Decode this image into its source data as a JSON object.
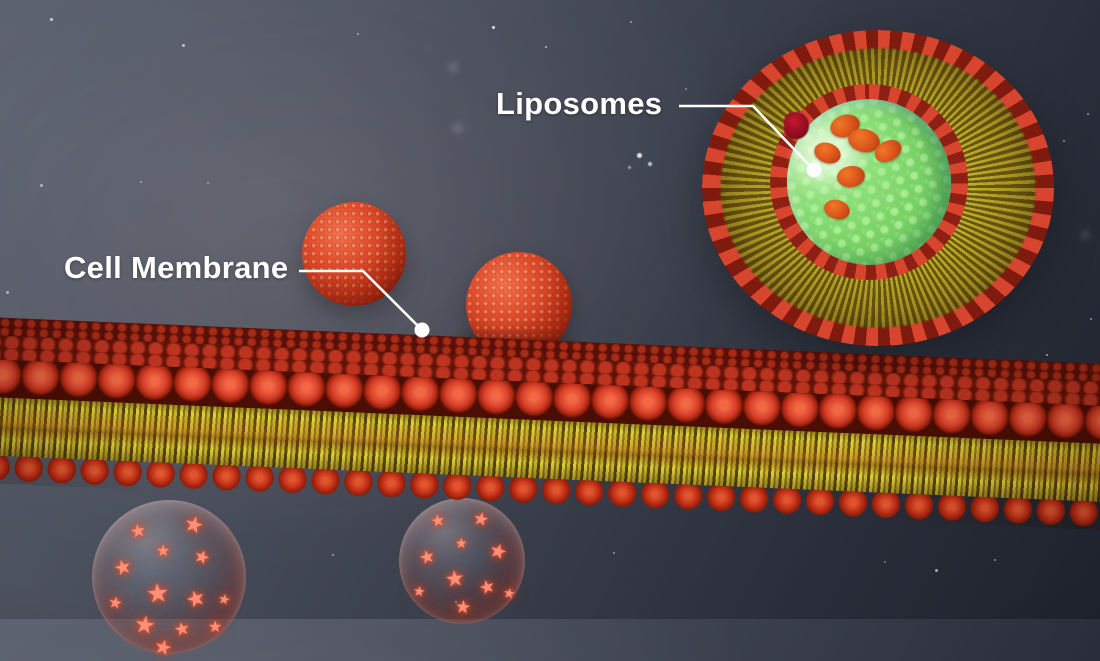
{
  "figure": {
    "annotations": [
      {
        "id": "liposomes",
        "text": "Liposomes"
      },
      {
        "id": "cell-membrane",
        "text": "Cell Membrane"
      }
    ]
  },
  "colors": {
    "background_light": "#565c6a",
    "background_dark": "#1e222c",
    "membrane_head_red": "#d8402a",
    "membrane_head_dark_red": "#8e2013",
    "lipid_tail_yellow": "#d4c335",
    "lipid_tail_olive": "#6d5d12",
    "liposome_core_green": "#8ce07c",
    "drug_particle_orange": "#d8531a",
    "capsule_star_red": "#ff9078",
    "annotation_white": "#ffffff"
  },
  "liposome": {
    "drug_particle_count": 6
  },
  "capsules": {
    "star_glyph": "★",
    "left_star_count": 13,
    "right_star_count": 10
  }
}
